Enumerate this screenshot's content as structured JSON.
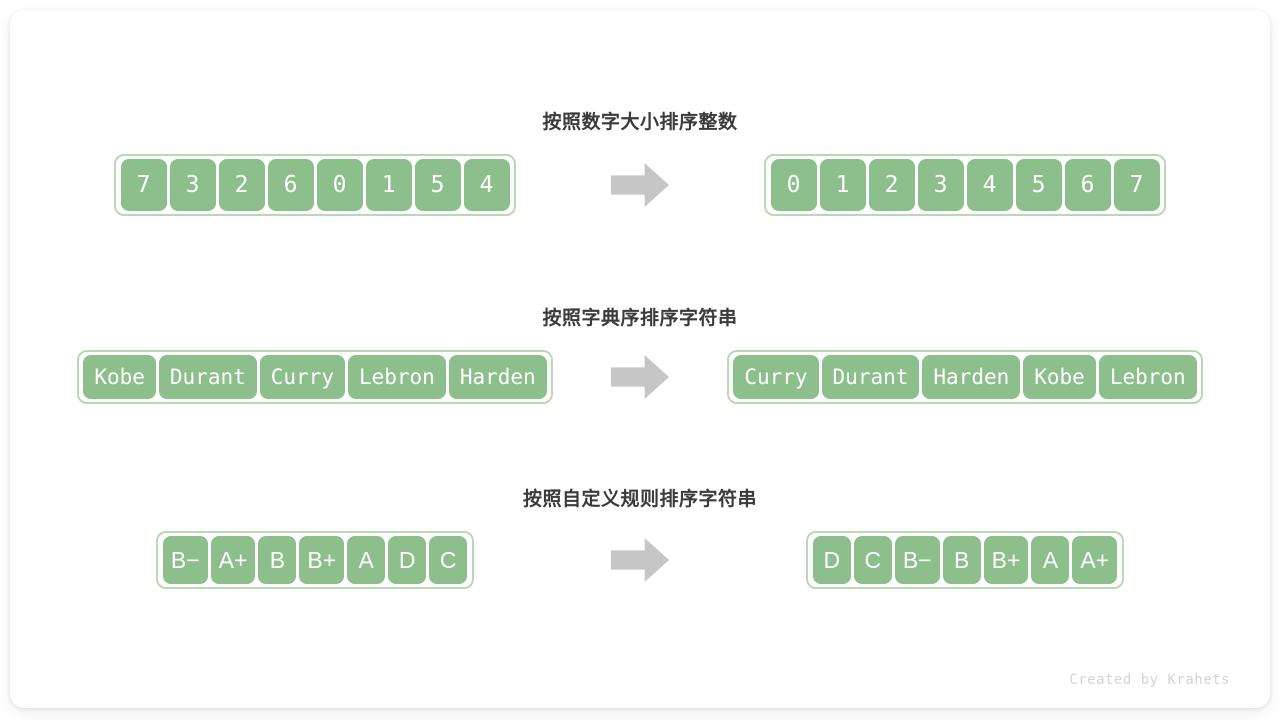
{
  "card": {
    "background": "#ffffff",
    "accent_green": "#8cbf8c",
    "accent_green_border": "#b9d8b6",
    "arrow_color": "#c6c6c6",
    "title_color": "#3b3b3b"
  },
  "sections": [
    {
      "title": "按照数字大小排序整数",
      "type": "num",
      "font": "mono",
      "input": [
        "7",
        "3",
        "2",
        "6",
        "0",
        "1",
        "5",
        "4"
      ],
      "output": [
        "0",
        "1",
        "2",
        "3",
        "4",
        "5",
        "6",
        "7"
      ],
      "arrow": "right-arrow-icon"
    },
    {
      "title": "按照字典序排序字符串",
      "type": "str",
      "font": "mono",
      "input": [
        "Kobe",
        "Durant",
        "Curry",
        "Lebron",
        "Harden"
      ],
      "output": [
        "Curry",
        "Durant",
        "Harden",
        "Kobe",
        "Lebron"
      ],
      "arrow": "right-arrow-icon"
    },
    {
      "title": "按照自定义规则排序字符串",
      "type": "grade",
      "font": "sans",
      "input": [
        "B−",
        "A+",
        "B",
        "B+",
        "A",
        "D",
        "C"
      ],
      "output": [
        "D",
        "C",
        "B−",
        "B",
        "B+",
        "A",
        "A+"
      ],
      "arrow": "right-arrow-icon"
    }
  ],
  "footer": {
    "credit": "Created by Krahets"
  }
}
